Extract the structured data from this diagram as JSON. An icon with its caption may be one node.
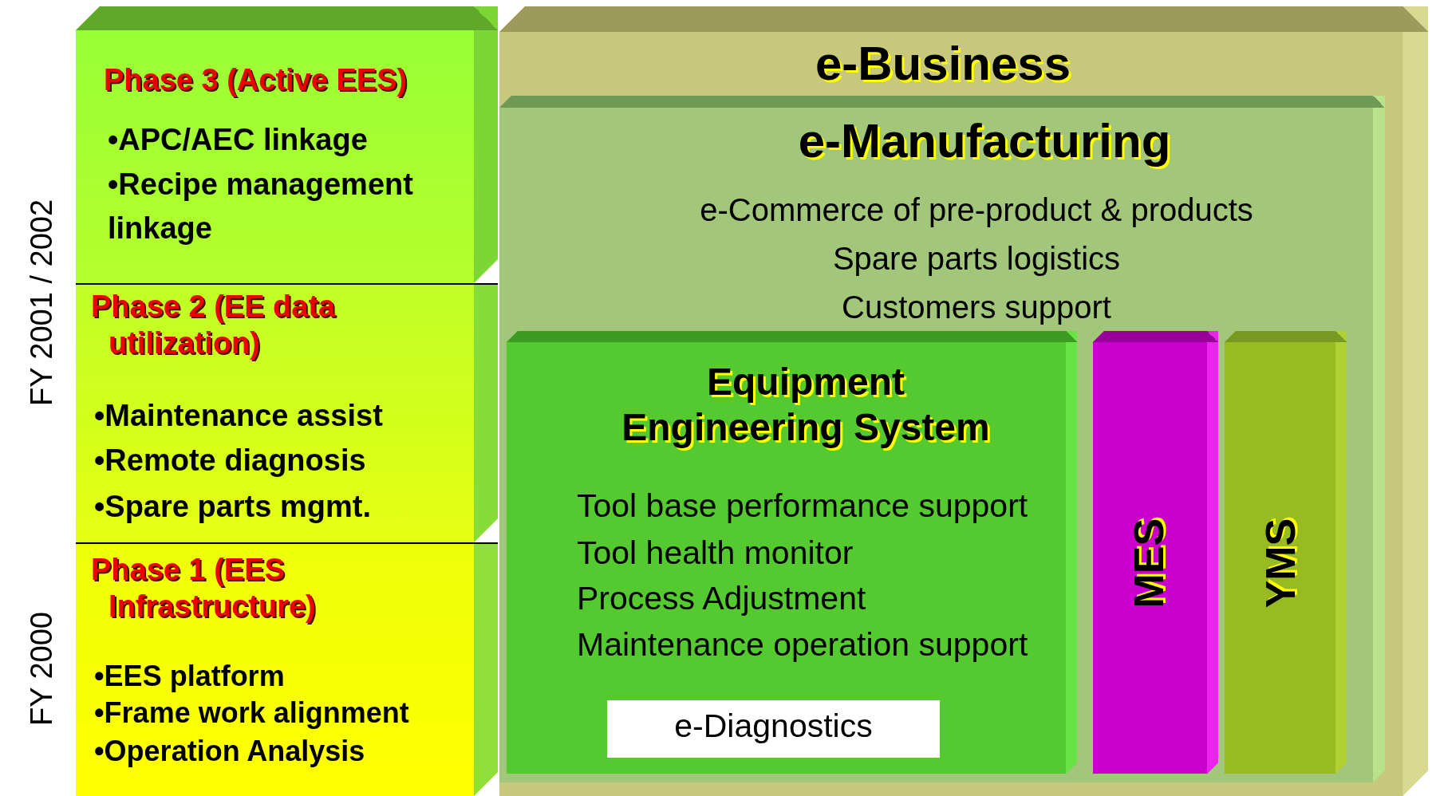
{
  "diagram": {
    "nodes": [
      {
        "text": [
          "Phase 3 (Active EES)",
          "•APC/AEC linkage",
          "•Recipe management linkage"
        ]
      },
      {
        "text": [
          "Phase 2 (EE data utilization)",
          "•Maintenance assist",
          "•Remote diagnosis",
          "•Spare parts mgmt."
        ]
      },
      {
        "text": [
          "Phase 1 (EES Infrastructure)",
          "•EES platform",
          "•Frame work alignment",
          "•Operation Analysis"
        ]
      },
      {
        "text": [
          "e-Business"
        ]
      },
      {
        "text": [
          "e-Manufacturing",
          "e-Commerce of pre-product & products",
          "Spare parts logistics",
          "Customers support"
        ],
        "in": 3
      },
      {
        "text": [
          "Equipment Engineering System",
          "Tool base performance support",
          "Tool health monitor",
          "Process Adjustment",
          "Maintenance operation support"
        ],
        "in": 4
      },
      {
        "text": [
          "e-Diagnostics"
        ],
        "in": 5
      },
      {
        "text": [
          "MES"
        ],
        "in": 4
      },
      {
        "text": [
          "YMS"
        ],
        "in": 4
      }
    ],
    "labels": [
      "FY 2001 / 2002",
      "FY 2000"
    ]
  }
}
